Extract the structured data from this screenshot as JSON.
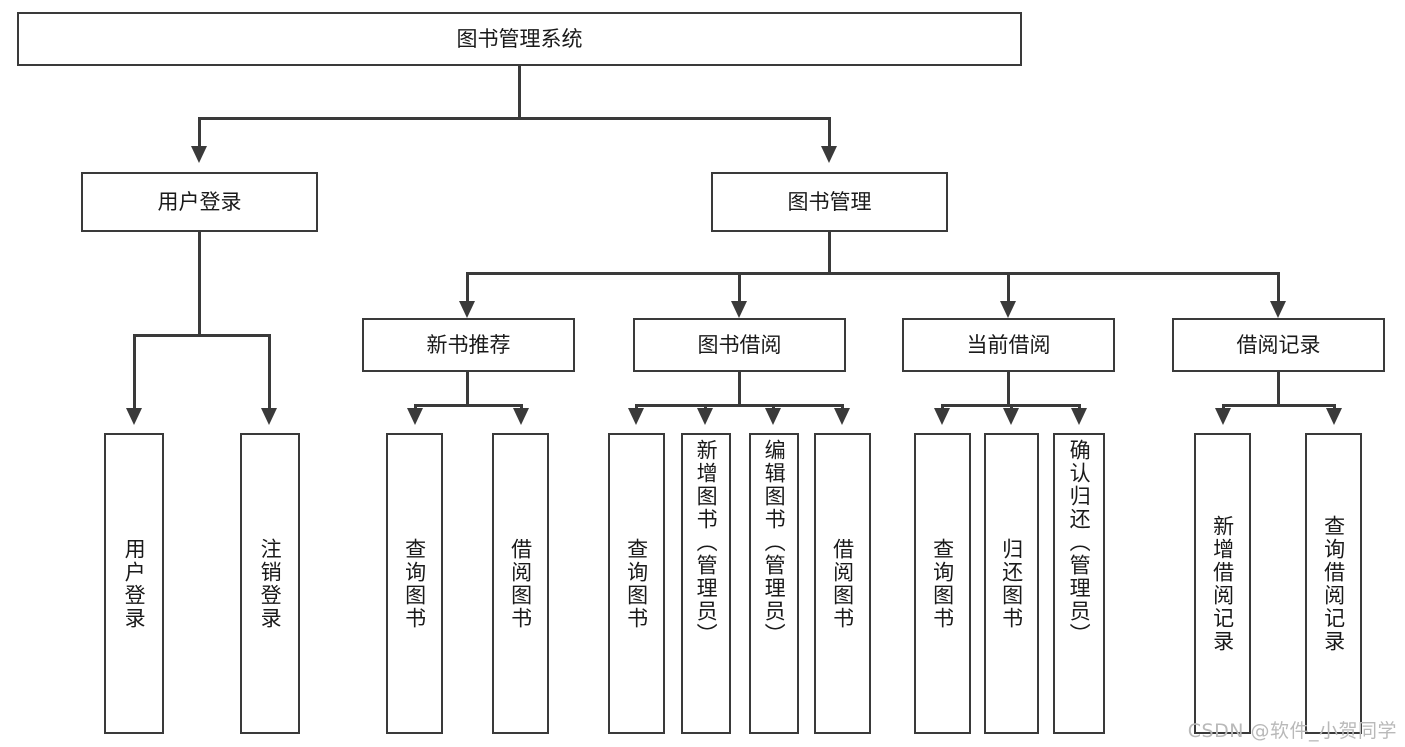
{
  "diagram": {
    "type": "tree-hierarchy",
    "title": "图书管理系统",
    "root": {
      "label": "图书管理系统"
    },
    "level2": [
      {
        "label": "用户登录"
      },
      {
        "label": "图书管理"
      }
    ],
    "level3": [
      {
        "label": "新书推荐"
      },
      {
        "label": "图书借阅"
      },
      {
        "label": "当前借阅"
      },
      {
        "label": "借阅记录"
      }
    ],
    "leaves": {
      "user_login": [
        {
          "label": "用户登录"
        },
        {
          "label": "注销登录"
        }
      ],
      "new_book_recommend": [
        {
          "label": "查询图书"
        },
        {
          "label": "借阅图书"
        }
      ],
      "book_borrow": [
        {
          "label": "查询图书"
        },
        {
          "label": "新增图书（管理员）"
        },
        {
          "label": "编辑图书（管理员）"
        },
        {
          "label": "借阅图书"
        }
      ],
      "current_borrow": [
        {
          "label": "查询图书"
        },
        {
          "label": "归还图书"
        },
        {
          "label": "确认归还（管理员）"
        }
      ],
      "borrow_record": [
        {
          "label": "新增借阅记录"
        },
        {
          "label": "查询借阅记录"
        }
      ]
    }
  },
  "watermark": {
    "text": "CSDN @软件_小贺同学"
  },
  "colors": {
    "stroke": "#3a3a3a",
    "fill": "#ffffff",
    "text": "#1a1a1a",
    "watermark": "#b9b9b9"
  }
}
